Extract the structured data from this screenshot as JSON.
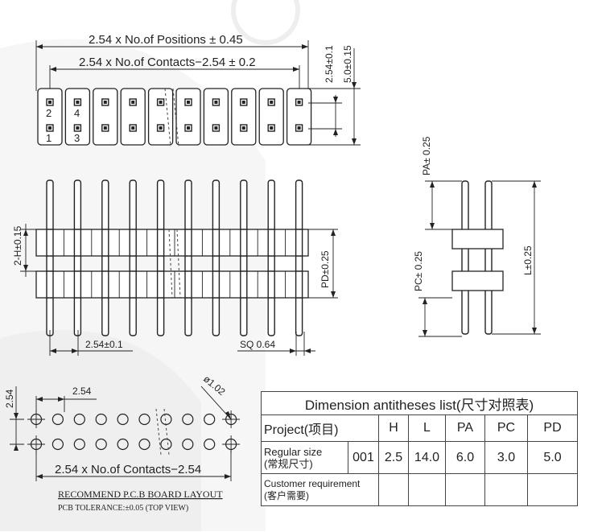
{
  "drawing": {
    "top_view": {
      "positions_dim": "2.54 x No.of Positions ± 0.45",
      "contacts_dim": "2.54 x No.of Contacts−2.54 ± 0.2",
      "row_pitch_dim": "2.54±0.1",
      "width_dim": "5.0±0.15",
      "pin_labels": [
        "2",
        "4",
        "1",
        "3"
      ]
    },
    "front_view": {
      "height_dim": "2-H±0.15",
      "pd_dim": "PD±0.25",
      "pitch_dim": "2.54±0.1",
      "square_dim": "SQ 0.64"
    },
    "side_view": {
      "pa_dim": "PA± 0.25",
      "pc_dim": "PC± 0.25",
      "l_dim": "L±0.25"
    },
    "pcb_layout": {
      "row_pitch": "2.54",
      "col_pitch": "2.54",
      "hole_dim": "ø1.02",
      "contacts_dim": "2.54 x No.of Contacts−2.54",
      "title": "RECOMMEND P.C.B BOARD LAYOUT",
      "note": "PCB TOLERANCE:±0.05  (TOP VIEW)"
    }
  },
  "table": {
    "title": "Dimension antitheses list(尺寸对照表)",
    "header_project": "Project(项目)",
    "columns": [
      "H",
      "L",
      "PA",
      "PC",
      "PD"
    ],
    "regular_label": "Regular size\n(常规尺寸)",
    "regular_code": "001",
    "regular_values": [
      "2.5",
      "14.0",
      "6.0",
      "3.0",
      "5.0"
    ],
    "custom_label": "Customer requirement\n(客户需要)"
  }
}
